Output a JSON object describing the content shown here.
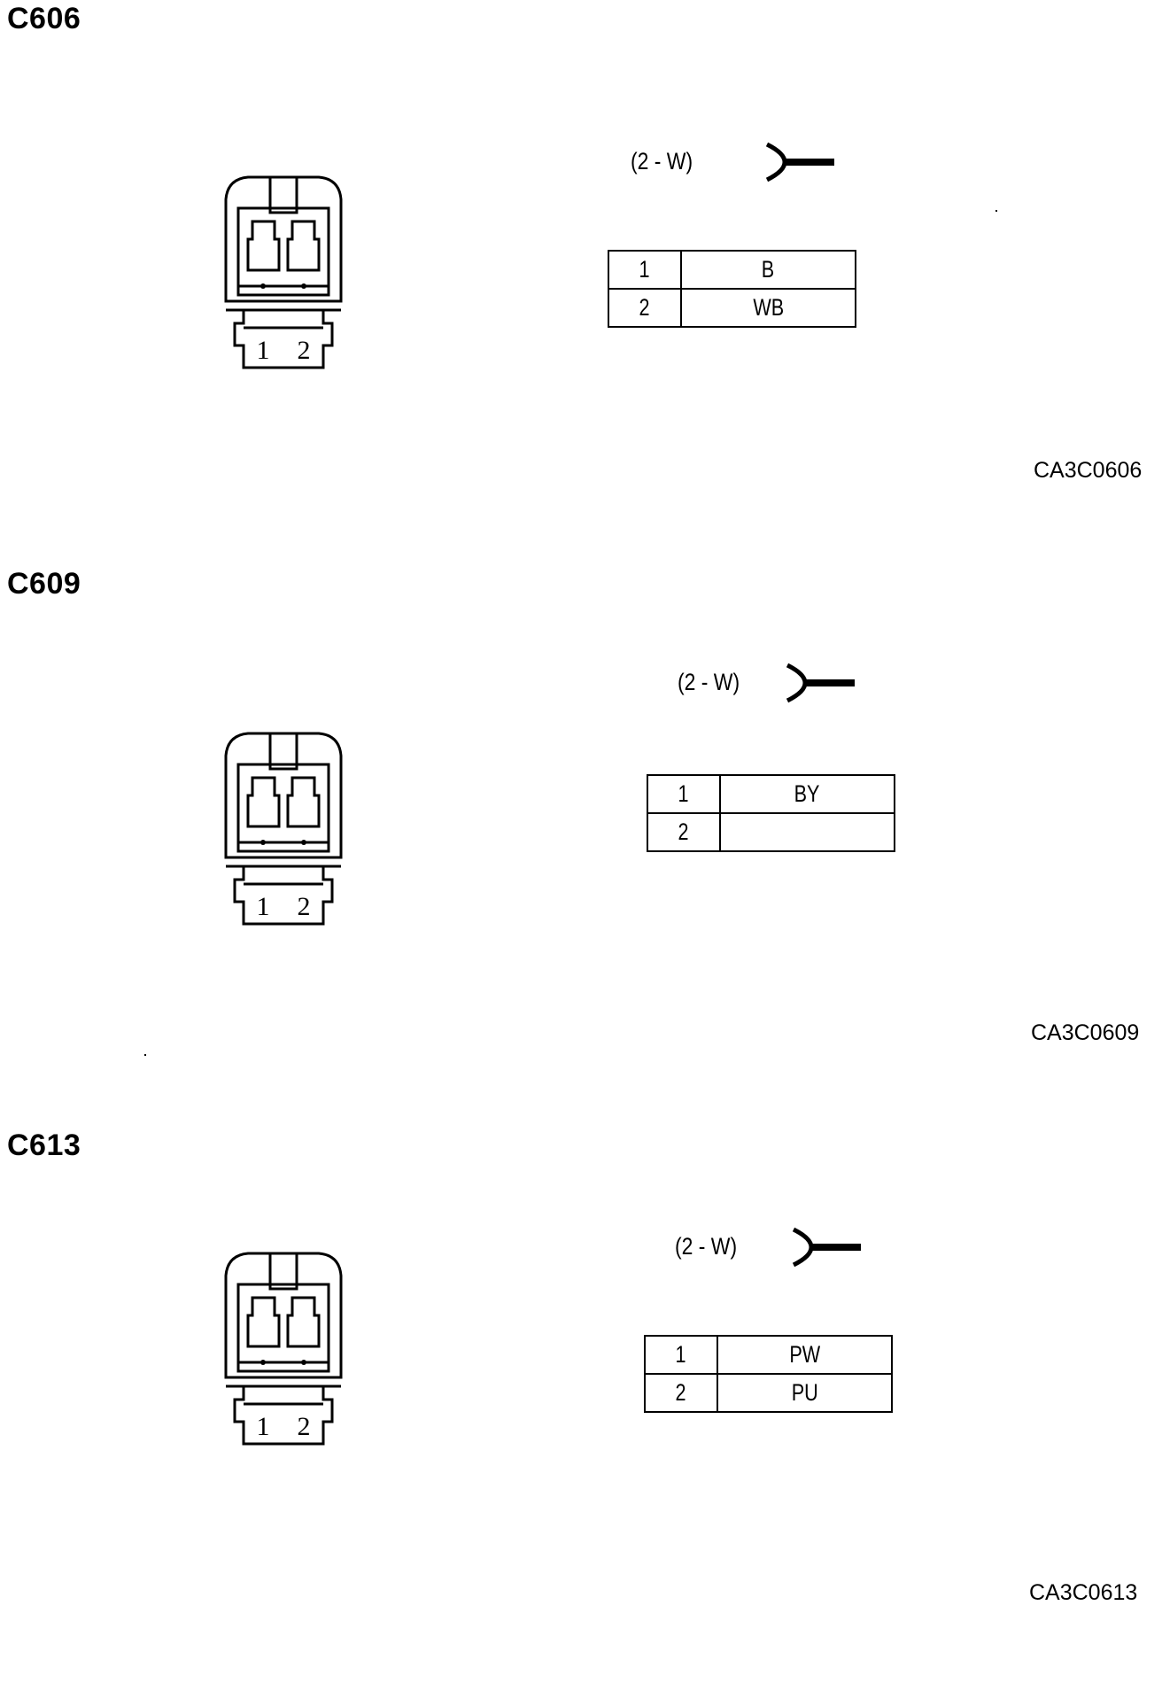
{
  "connectors": [
    {
      "id": "C606",
      "wire_spec": "(2 - W)",
      "pins": [
        {
          "num": "1",
          "color": "B"
        },
        {
          "num": "2",
          "color": "WB"
        }
      ],
      "face_labels": [
        "1",
        "2"
      ],
      "ref_code": "CA3C0606"
    },
    {
      "id": "C609",
      "wire_spec": "(2 - W)",
      "pins": [
        {
          "num": "1",
          "color": "BY"
        },
        {
          "num": "2",
          "color": ""
        }
      ],
      "face_labels": [
        "1",
        "2"
      ],
      "ref_code": "CA3C0609"
    },
    {
      "id": "C613",
      "wire_spec": "(2 - W)",
      "pins": [
        {
          "num": "1",
          "color": "PW"
        },
        {
          "num": "2",
          "color": "PU"
        }
      ],
      "face_labels": [
        "1",
        "2"
      ],
      "ref_code": "CA3C0613"
    }
  ],
  "icons": {
    "connector_face": "connector-face-icon",
    "wire_terminal": "female-terminal-icon"
  }
}
